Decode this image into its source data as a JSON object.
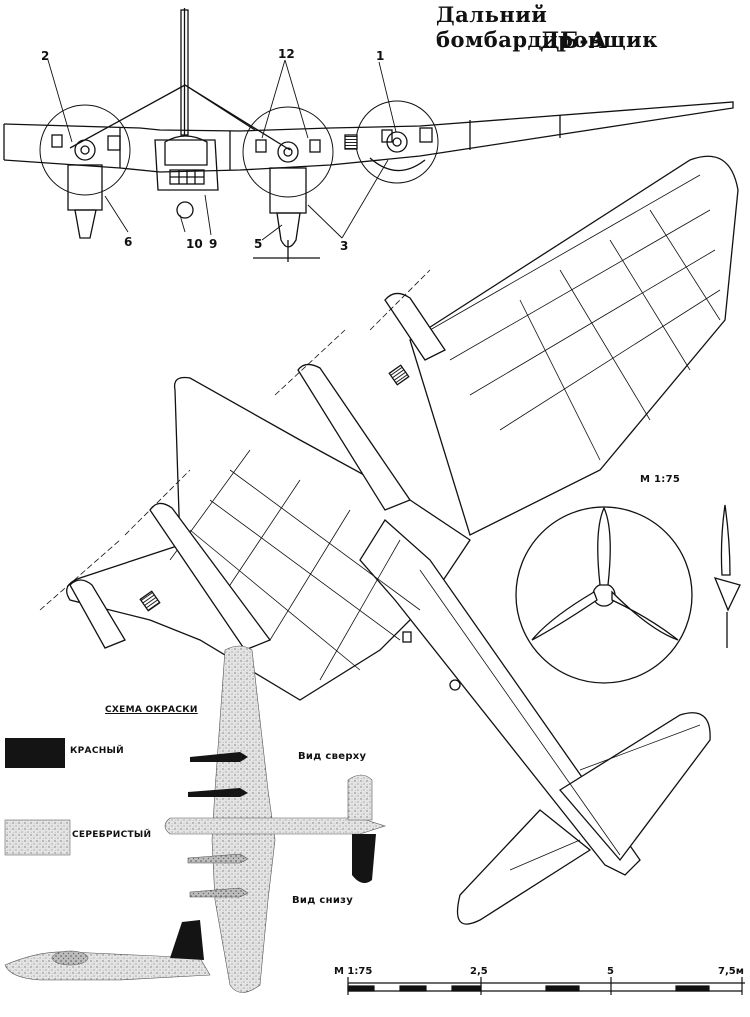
{
  "title": {
    "line1": "Дальний бомбардировщик",
    "line2": "ДБ-А"
  },
  "front_view": {
    "callouts": [
      "1",
      "2",
      "12",
      "6",
      "10",
      "9",
      "5",
      "3"
    ]
  },
  "propeller_view": {
    "scale": "М 1:75"
  },
  "color_scheme": {
    "heading": "СХЕМА ОКРАСКИ",
    "legend": [
      {
        "label": "КРАСНЫЙ",
        "color": "#141414"
      },
      {
        "label": "СЕРЕБРИСТЫЙ",
        "color": "#d9d9d9"
      }
    ],
    "top_view_label": "Вид сверху",
    "bottom_view_label": "Вид снизу"
  },
  "scale_bar": {
    "label": "М 1:75",
    "ticks": [
      "2,5",
      "5",
      "7,5м"
    ]
  },
  "colors": {
    "ink": "#111111",
    "paper": "#ffffff",
    "silver": "#d9d9d9",
    "red": "#141414"
  }
}
